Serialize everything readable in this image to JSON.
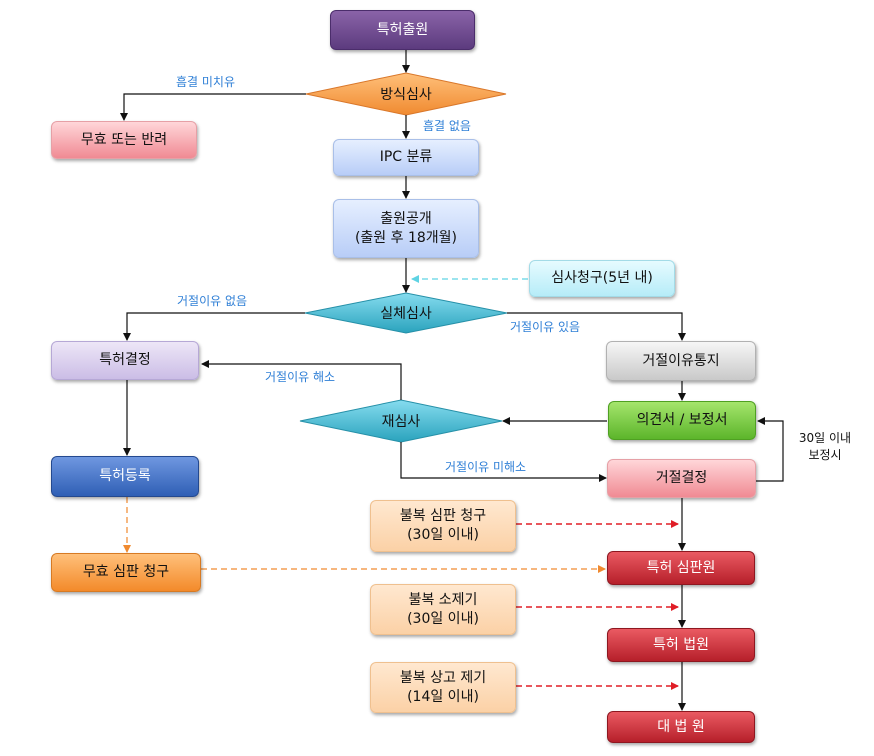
{
  "nodes": {
    "application": "특허출원",
    "formal_exam": "방식심사",
    "invalid_return": "무효 또는 반려",
    "ipc": "IPC 분류",
    "publication_line1": "출원공개",
    "publication_line2": "(출원 후 18개월)",
    "exam_request": "심사청구(5년 내)",
    "substantive_exam": "실체심사",
    "grant_decision": "특허결정",
    "rejection_notice": "거절이유통지",
    "reexam": "재심사",
    "opinion_amend": "의견서 / 보정서",
    "registration": "특허등록",
    "rejection_decision": "거절결정",
    "appeal1_line1": "불복 심판 청구",
    "appeal1_line2": "(30일 이내)",
    "invalid_trial": "무효 심판 청구",
    "tribunal": "특허 심판원",
    "appeal2_line1": "불복 소제기",
    "appeal2_line2": "(30일 이내)",
    "patent_court": "특허 법원",
    "appeal3_line1": "불복 상고 제기",
    "appeal3_line2": "(14일 이내)",
    "supreme_court": "대 법 원"
  },
  "labels": {
    "defect_uncorrected": "흠결 미치유",
    "no_defect": "흠결 없음",
    "no_rejection": "거절이유 없음",
    "has_rejection": "거절이유 있음",
    "rejection_resolved": "거절이유 해소",
    "rejection_unresolved": "거절이유 미해소",
    "within30_line1": "30일 이내",
    "within30_line2": "보정시"
  },
  "colors": {
    "purple": "#5c3b7e",
    "orange": "#f38a2a",
    "teal": "#2aa3bd",
    "red": "#b61f2a",
    "label_blue": "#2f7fd6"
  }
}
